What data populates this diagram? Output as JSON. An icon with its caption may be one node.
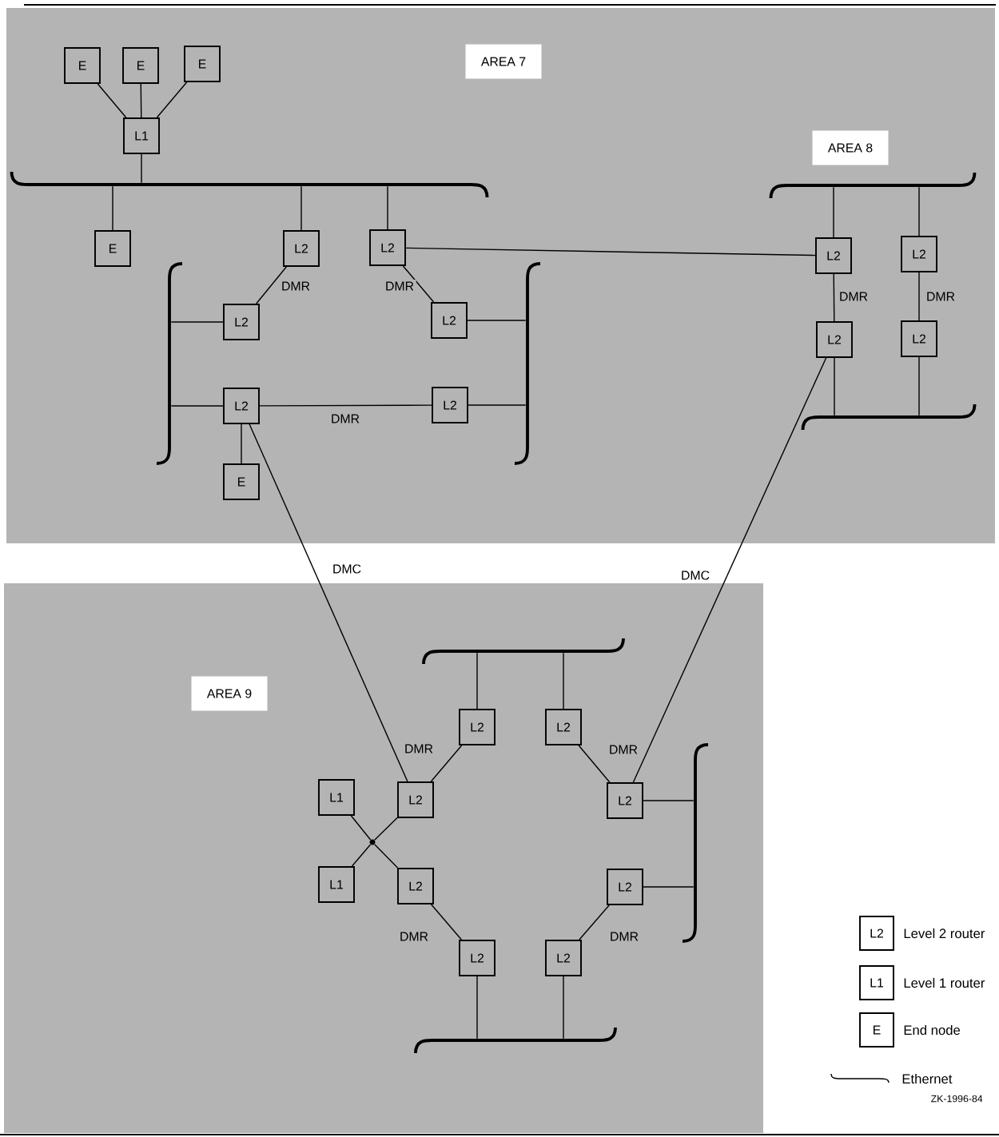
{
  "diagram": {
    "nodes": [
      {
        "text": [
          "AREA 7"
        ]
      },
      {
        "text": [
          "E"
        ]
      },
      {
        "text": [
          "E"
        ]
      },
      {
        "text": [
          "E"
        ]
      },
      {
        "text": [
          "L1"
        ]
      },
      {
        "text": [
          "AREA 8"
        ]
      },
      {
        "text": [],
        "shape": "bar"
      },
      {
        "text": [],
        "shape": "bar"
      },
      {
        "text": [
          "E"
        ]
      },
      {
        "text": [
          "L2"
        ]
      },
      {
        "text": [
          "L2"
        ]
      },
      {
        "text": [
          "L2"
        ]
      },
      {
        "text": [
          "L2"
        ]
      },
      {
        "text": [],
        "shape": "bar"
      },
      {
        "text": [],
        "shape": "bar"
      },
      {
        "text": [
          "L2"
        ]
      },
      {
        "text": [
          "L2"
        ]
      },
      {
        "text": [
          "L2"
        ]
      },
      {
        "text": [
          "L2"
        ]
      },
      {
        "text": [
          "L2"
        ]
      },
      {
        "text": [
          "L2"
        ]
      },
      {
        "text": [],
        "shape": "bar"
      },
      {
        "text": [
          "E"
        ]
      },
      {
        "text": [],
        "shape": "bar"
      },
      {
        "text": [
          "AREA 9"
        ]
      },
      {
        "text": [
          "L2"
        ]
      },
      {
        "text": [
          "L2"
        ]
      },
      {
        "text": [],
        "shape": "bar"
      },
      {
        "text": [
          "L1"
        ]
      },
      {
        "text": [
          "L2"
        ]
      },
      {
        "text": [
          "L2"
        ]
      },
      {
        "text": [],
        "shape": "circle"
      },
      {
        "text": [
          "L1"
        ]
      },
      {
        "text": [
          "L2"
        ]
      },
      {
        "text": [
          "L2"
        ]
      },
      {
        "text": [
          "L2"
        ]
      },
      {
        "text": [
          "L2"
        ]
      },
      {
        "text": [],
        "shape": "bar"
      }
    ],
    "edges": [
      {
        "from": 1,
        "to": 4,
        "arrow": "none"
      },
      {
        "from": 2,
        "to": 4,
        "arrow": "none"
      },
      {
        "from": 3,
        "to": 4,
        "arrow": "none"
      },
      {
        "from": 4,
        "to": 6,
        "arrow": "none"
      },
      {
        "from": 6,
        "to": 8,
        "arrow": "none"
      },
      {
        "from": 6,
        "to": 9,
        "arrow": "none"
      },
      {
        "from": 6,
        "to": 10,
        "arrow": "none"
      },
      {
        "from": 9,
        "to": 15,
        "arrow": "none",
        "label": "DMR"
      },
      {
        "from": 10,
        "to": 16,
        "arrow": "none",
        "label": "DMR"
      },
      {
        "from": 10,
        "to": 11,
        "arrow": "none"
      },
      {
        "from": 15,
        "to": 13,
        "arrow": "none"
      },
      {
        "from": 19,
        "to": 13,
        "arrow": "none"
      },
      {
        "from": 16,
        "to": 14,
        "arrow": "none"
      },
      {
        "from": 20,
        "to": 14,
        "arrow": "none"
      },
      {
        "from": 19,
        "to": 20,
        "arrow": "none",
        "label": "DMR"
      },
      {
        "from": 19,
        "to": 22,
        "arrow": "none"
      },
      {
        "from": 19,
        "to": 29,
        "arrow": "none",
        "label": "DMC"
      },
      {
        "from": 7,
        "to": 11,
        "arrow": "none"
      },
      {
        "from": 7,
        "to": 12,
        "arrow": "none"
      },
      {
        "from": 11,
        "to": 17,
        "arrow": "none",
        "label": "DMR"
      },
      {
        "from": 12,
        "to": 18,
        "arrow": "none",
        "label": "DMR"
      },
      {
        "from": 17,
        "to": 21,
        "arrow": "none"
      },
      {
        "from": 18,
        "to": 21,
        "arrow": "none"
      },
      {
        "from": 17,
        "to": 30,
        "arrow": "none",
        "label": "DMC"
      },
      {
        "from": 23,
        "to": 25,
        "arrow": "none"
      },
      {
        "from": 23,
        "to": 26,
        "arrow": "none"
      },
      {
        "from": 25,
        "to": 29,
        "arrow": "none",
        "label": "DMR"
      },
      {
        "from": 26,
        "to": 30,
        "arrow": "none",
        "label": "DMR"
      },
      {
        "from": 30,
        "to": 27,
        "arrow": "none"
      },
      {
        "from": 34,
        "to": 27,
        "arrow": "none"
      },
      {
        "from": 28,
        "to": 31,
        "arrow": "none"
      },
      {
        "from": 32,
        "to": 31,
        "arrow": "none"
      },
      {
        "from": 29,
        "to": 31,
        "arrow": "none"
      },
      {
        "from": 33,
        "to": 31,
        "arrow": "none"
      },
      {
        "from": 33,
        "to": 35,
        "arrow": "none",
        "label": "DMR"
      },
      {
        "from": 36,
        "to": 34,
        "arrow": "none",
        "label": "DMR"
      },
      {
        "from": 35,
        "to": 37,
        "arrow": "none"
      },
      {
        "from": 36,
        "to": 37,
        "arrow": "none"
      }
    ],
    "labels": [
      "L2",
      "L1",
      "E",
      "ZK-1996-84"
    ],
    "legend": [
      {
        "text": "Level 2 router"
      },
      {
        "text": "Level 1 router"
      },
      {
        "text": "End node"
      },
      {
        "text": "Ethernet"
      }
    ]
  }
}
